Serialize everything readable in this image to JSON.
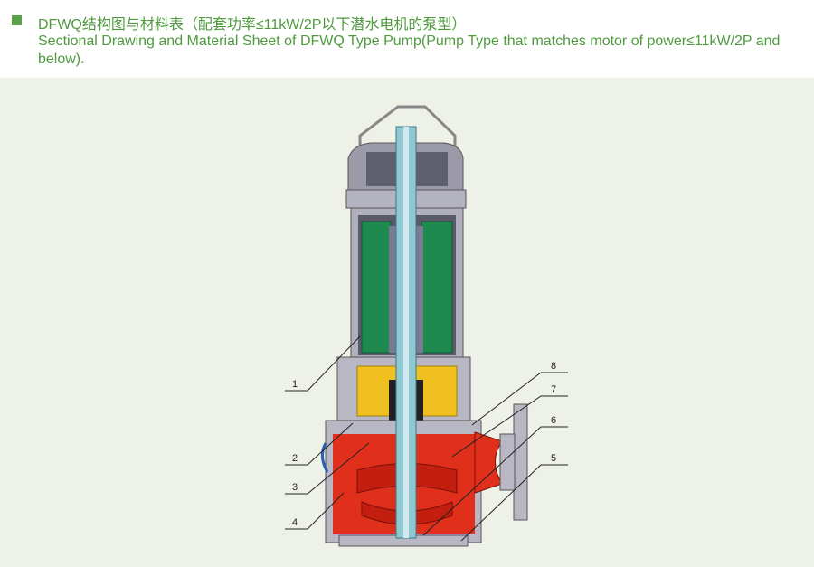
{
  "header": {
    "title_cn": "DFWQ结构图与材料表（配套功率≤11kW/2P以下潜水电机的泵型）",
    "title_en": "Sectional Drawing and Material Sheet of DFWQ Type Pump(Pump Type that matches motor of power≤11kW/2P and below)."
  },
  "labels": [
    "1",
    "2",
    "3",
    "4",
    "5",
    "6",
    "7",
    "8"
  ],
  "colors": {
    "accent": "#4f9a3f",
    "casing": "#e0301c",
    "oil": "#f0c020",
    "winding": "#1f8a50",
    "shaft": "#8fc8d0",
    "metal": "#a8a8b4"
  }
}
